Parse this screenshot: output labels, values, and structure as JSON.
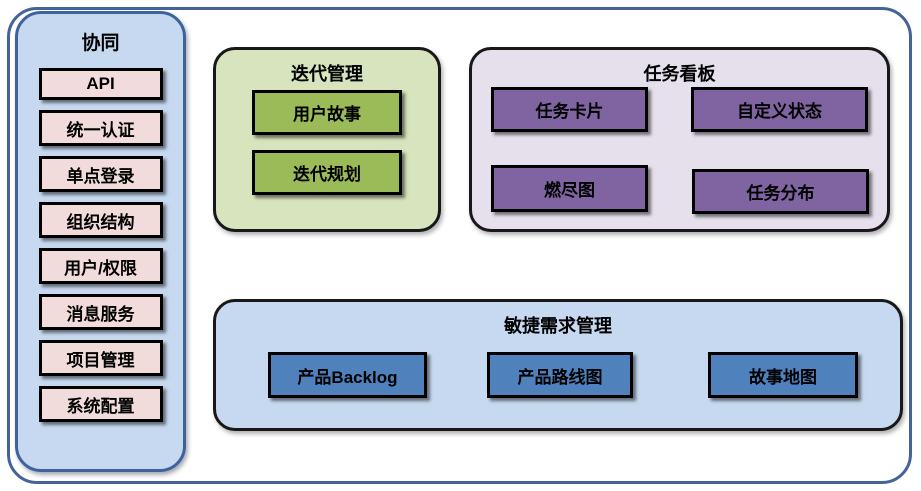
{
  "sidebar": {
    "title": "协同",
    "items": [
      "API",
      "统一认证",
      "单点登录",
      "组织结构",
      "用户/权限",
      "消息服务",
      "项目管理",
      "系统配置"
    ]
  },
  "groups": [
    {
      "title": "迭代管理",
      "items": [
        "用户故事",
        "迭代规划"
      ]
    },
    {
      "title": "任务看板",
      "items": [
        "任务卡片",
        "自定义状态",
        "燃尽图",
        "任务分布"
      ]
    },
    {
      "title": "敏捷需求管理",
      "items": [
        "产品Backlog",
        "产品路线图",
        "故事地图"
      ]
    }
  ],
  "colors": {
    "outer_border": "#44639a",
    "sidebar_fill": "#c7d9f0",
    "sidebar_border": "#3e639c",
    "sidebar_item_fill": "#f2dcdb",
    "iteration_group_fill": "#d7e4bd",
    "iteration_item_fill": "#9bbb59",
    "kanban_group_fill": "#e6e0ec",
    "kanban_item_fill": "#8064a2",
    "agile_group_fill": "#c7d9f0",
    "agile_item_fill": "#4f81bd",
    "box_border": "#000000"
  }
}
